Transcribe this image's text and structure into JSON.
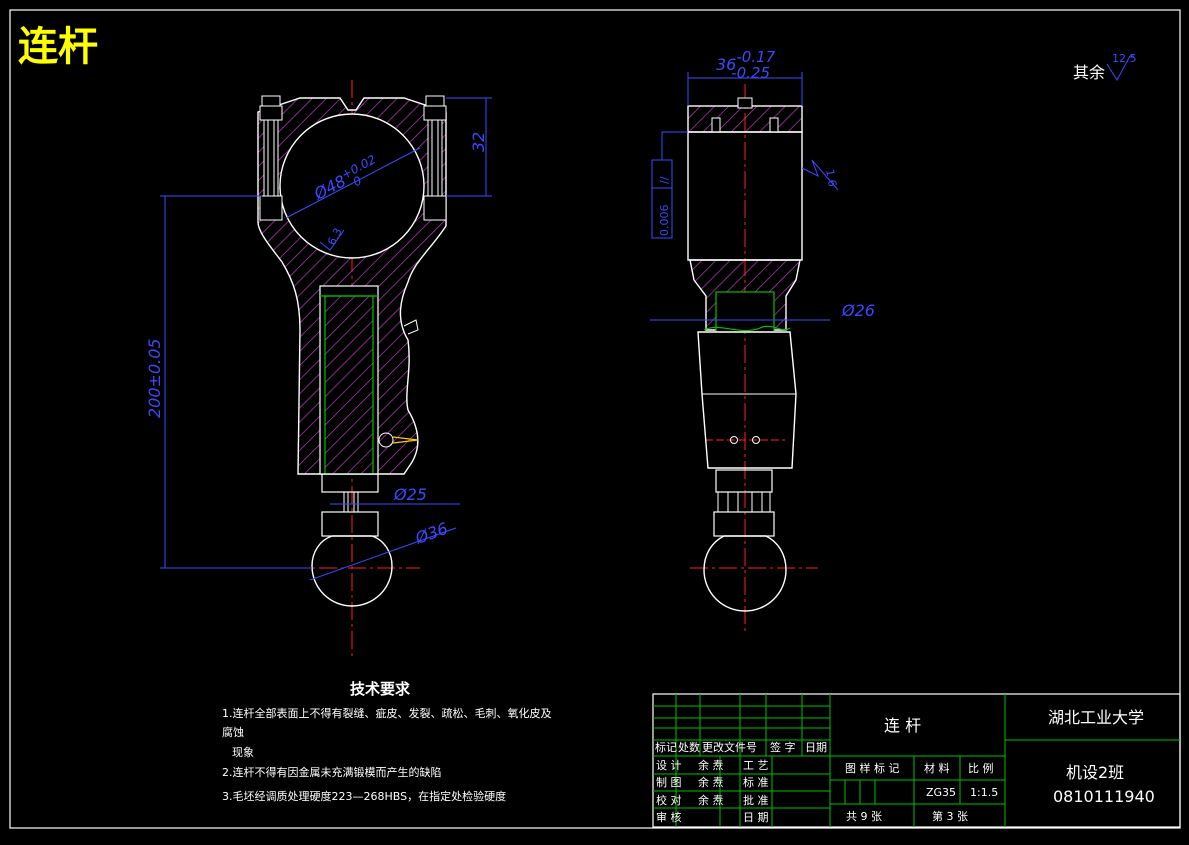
{
  "drawing_title": "连杆",
  "surface_note": {
    "label": "其余",
    "value": "12.5"
  },
  "front_view": {
    "dim_bore": "Ø48",
    "dim_bore_tol_upper": "+0.02",
    "dim_bore_tol_lower": "0",
    "dim_height_32": "32",
    "dim_length": "200±0.05",
    "dim_dia25": "Ø25",
    "dim_dia36": "Ø36",
    "roughness": "6.3"
  },
  "side_view": {
    "dim_width": "36",
    "dim_width_tol_upper": "-0.17",
    "dim_width_tol_lower": "-0.25",
    "dim_dia26": "Ø26",
    "parallelism_symbol": "//",
    "parallelism_value": "0.006",
    "roughness": "1.6"
  },
  "tech_requirements": {
    "heading": "技术要求",
    "lines": [
      "1.连杆全部表面上不得有裂缝、疵皮、发裂、疏松、毛刺、氧化皮及",
      "腐蚀",
      "现象",
      "2.连杆不得有因金属未充满锻模而产生的缺陷",
      "3.毛坯经调质处理硬度223—268HBS，在指定处检验硬度"
    ]
  },
  "title_block": {
    "part_name": "连  杆",
    "university": "湖北工业大学",
    "class_name": "机设2班",
    "student_id": "0810111940",
    "rev_headers": [
      "标记",
      "处数",
      "更改文件号",
      "签 字",
      "日期"
    ],
    "roles": [
      {
        "role": "设 计",
        "name": "余 焘",
        "role2": "工 艺"
      },
      {
        "role": "制 图",
        "name": "余 焘",
        "role2": "标 准"
      },
      {
        "role": "校 对",
        "name": "余 焘",
        "role2": "批 准"
      },
      {
        "role": "审 核",
        "name": "",
        "role2": "日 期"
      }
    ],
    "mark_header": "图 样 标 记",
    "material_header": "材 料",
    "scale_header": "比 例",
    "material": "ZG35",
    "scale": "1:1.5",
    "sheets_total": "共 9 张",
    "sheet_no": "第 3 张"
  },
  "colors": {
    "background": "#000000",
    "outline": "#ffffff",
    "hatch": "#c03cc0",
    "dimension": "#3a4bff",
    "center": "#ff2020",
    "frame": "#00c000",
    "title": "#ffff00"
  }
}
